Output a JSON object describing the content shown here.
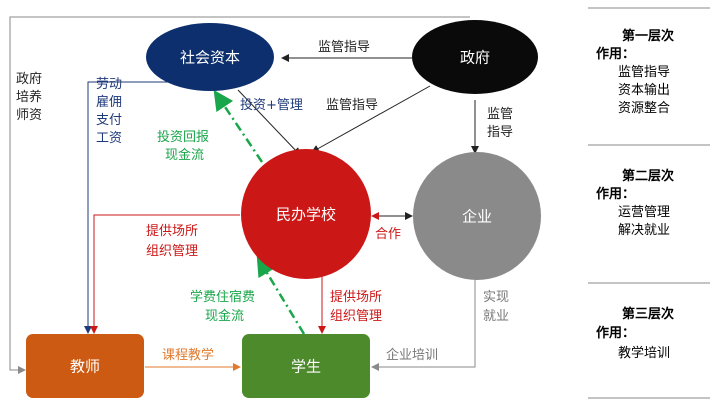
{
  "nodes": {
    "capital": {
      "label": "社会资本",
      "color": "#0d2f6e"
    },
    "government": {
      "label": "政府",
      "color": "#0a0a0a"
    },
    "school": {
      "label": "民办学校",
      "color": "#cc1717"
    },
    "enterprise": {
      "label": "企业",
      "color": "#8a8a8a"
    },
    "teacher": {
      "label": "教师",
      "color": "#cc5a12"
    },
    "student": {
      "label": "学生",
      "color": "#4d8a2b"
    }
  },
  "edge_labels": {
    "gov_to_capital": "监管指导",
    "gov_to_school": "监管指导",
    "gov_to_enterprise": [
      "监管",
      "指导"
    ],
    "capital_to_school": "投资+管理",
    "investment_return": [
      "投资回报",
      "现金流"
    ],
    "labor_hire": [
      "劳动",
      "雇佣",
      "支付",
      "工资"
    ],
    "gov_train_teacher": [
      "政府",
      "培养",
      "师资"
    ],
    "school_to_teacher": [
      "提供场所",
      "组织管理"
    ],
    "school_to_student": [
      "提供场所",
      "组织管理"
    ],
    "cooperation": "合作",
    "tuition": [
      "学费住宿费",
      "现金流"
    ],
    "teaching": "课程教学",
    "enterprise_training": "企业培训",
    "employment": [
      "实现",
      "就业"
    ]
  },
  "layers": [
    {
      "title": [
        "第一层次",
        "作用："
      ],
      "items": [
        "监管指导",
        "资本输出",
        "资源整合"
      ]
    },
    {
      "title": [
        "第二层次",
        "作用："
      ],
      "items": [
        "运营管理",
        "解决就业"
      ]
    },
    {
      "title": [
        "第三层次",
        "作用："
      ],
      "items": [
        "教学培训"
      ]
    }
  ],
  "colors": {
    "black_line": "#222222",
    "navy_line": "#1f3a7a",
    "red_line": "#cc1717",
    "gray_line": "#8a8a8a",
    "orange_line": "#e07a2e",
    "green_dash": "#1aa64a",
    "green_text": "#1aa64a",
    "red_text": "#cc1717",
    "navy_text": "#1f3a7a",
    "gray_text": "#777777",
    "orange_text": "#e07a2e",
    "divider": "#888888"
  }
}
